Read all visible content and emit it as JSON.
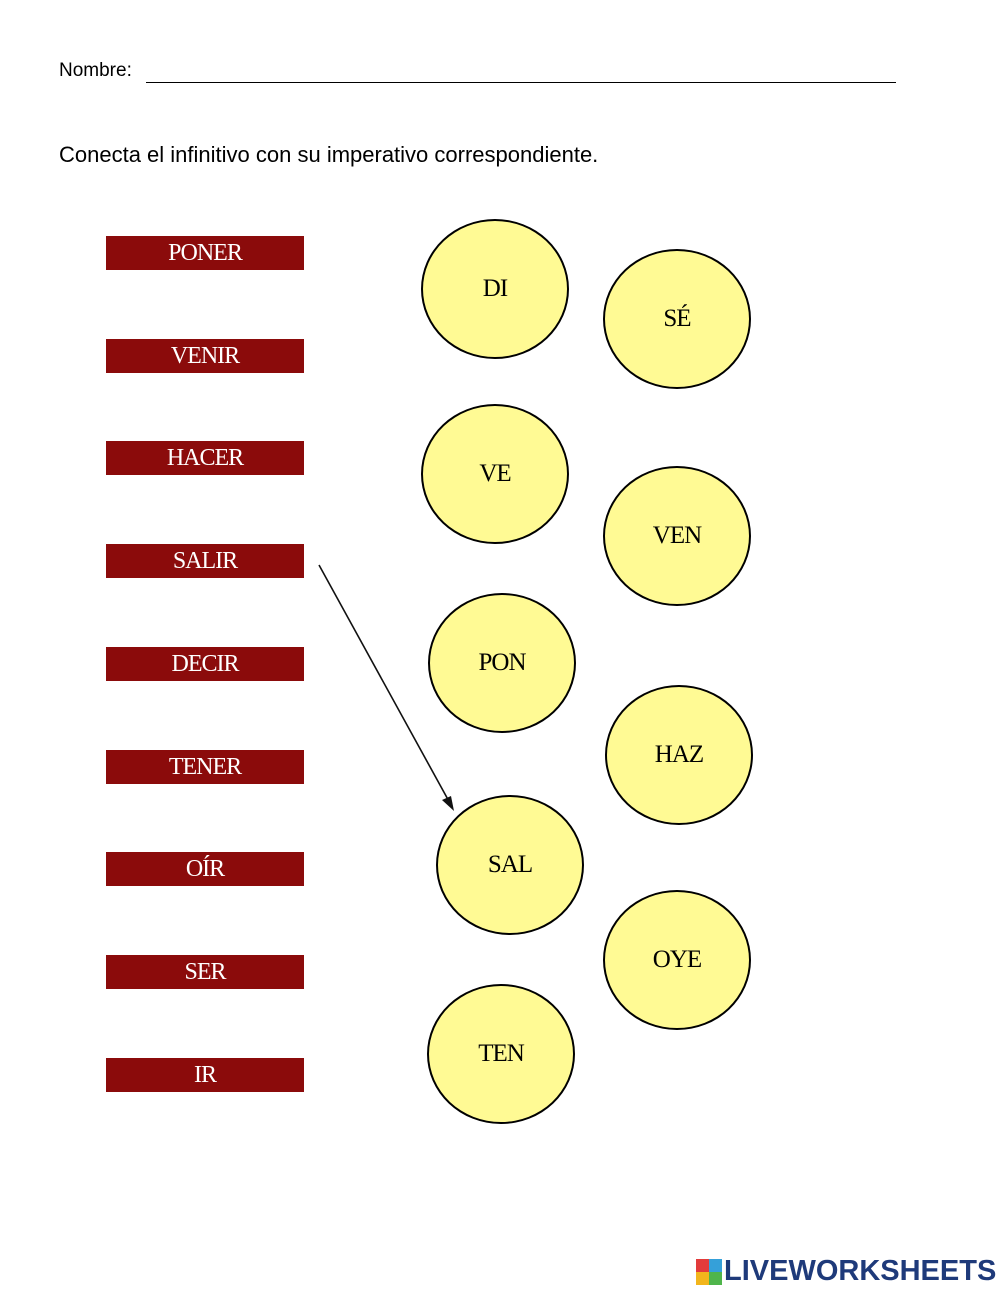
{
  "worksheet": {
    "name_label": "Nombre:",
    "instructions": "Conecta el infinitivo con su imperativo correspondiente."
  },
  "infinitives": [
    "PONER",
    "VENIR",
    "HACER",
    "SALIR",
    "DECIR",
    "TENER",
    "OÍR",
    "SER",
    "IR"
  ],
  "imperatives": {
    "left_column": [
      "DI",
      "VE",
      "PON",
      "SAL",
      "TEN"
    ],
    "right_column": [
      "SÉ",
      "VEN",
      "HAZ",
      "OYE"
    ]
  },
  "connections": [
    {
      "from": "SALIR",
      "to": "SAL"
    }
  ],
  "colors": {
    "verb_box": "#8b0b0b",
    "bubble_fill": "#fffa94",
    "logo_text": "#1e3a7a"
  },
  "branding": {
    "logo_text": "LIVEWORKSHEETS"
  }
}
